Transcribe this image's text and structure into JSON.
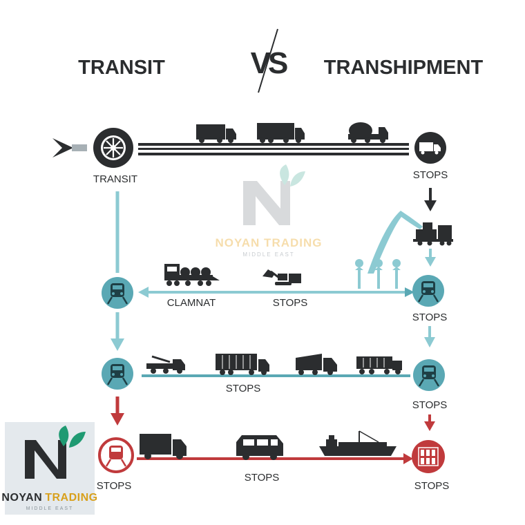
{
  "header": {
    "left_title": "TRANSIT",
    "vs": "VS",
    "right_title": "TRANSHIPMENT"
  },
  "nodes": {
    "start_label": "TRANSIT",
    "top_right_label": "STOPS",
    "row2_right_label": "STOPS",
    "row3_right_label": "STOPS",
    "row4_left_label": "STOPS",
    "row4_right_label": "STOPS"
  },
  "lines": {
    "row2_label_left": "CLAMNAT",
    "row2_label_mid": "STOPS",
    "row3_label": "STOPS",
    "row4_label": "STOPS"
  },
  "watermark": {
    "brand": "NOYAN TRADING",
    "sub": "MIDDLE EAST"
  },
  "logo": {
    "brand_a": "NOYAN",
    "brand_b": "TRADING",
    "sub": "MIDDLE EAST"
  },
  "colors": {
    "dark": "#2b2d2f",
    "teal": "#5aa8b4",
    "teal_light": "#8ccad2",
    "red": "#c03a3c",
    "logo_bg": "#e4e9ed",
    "logo_green": "#1f9a72",
    "logo_gold": "#d8a01c"
  }
}
